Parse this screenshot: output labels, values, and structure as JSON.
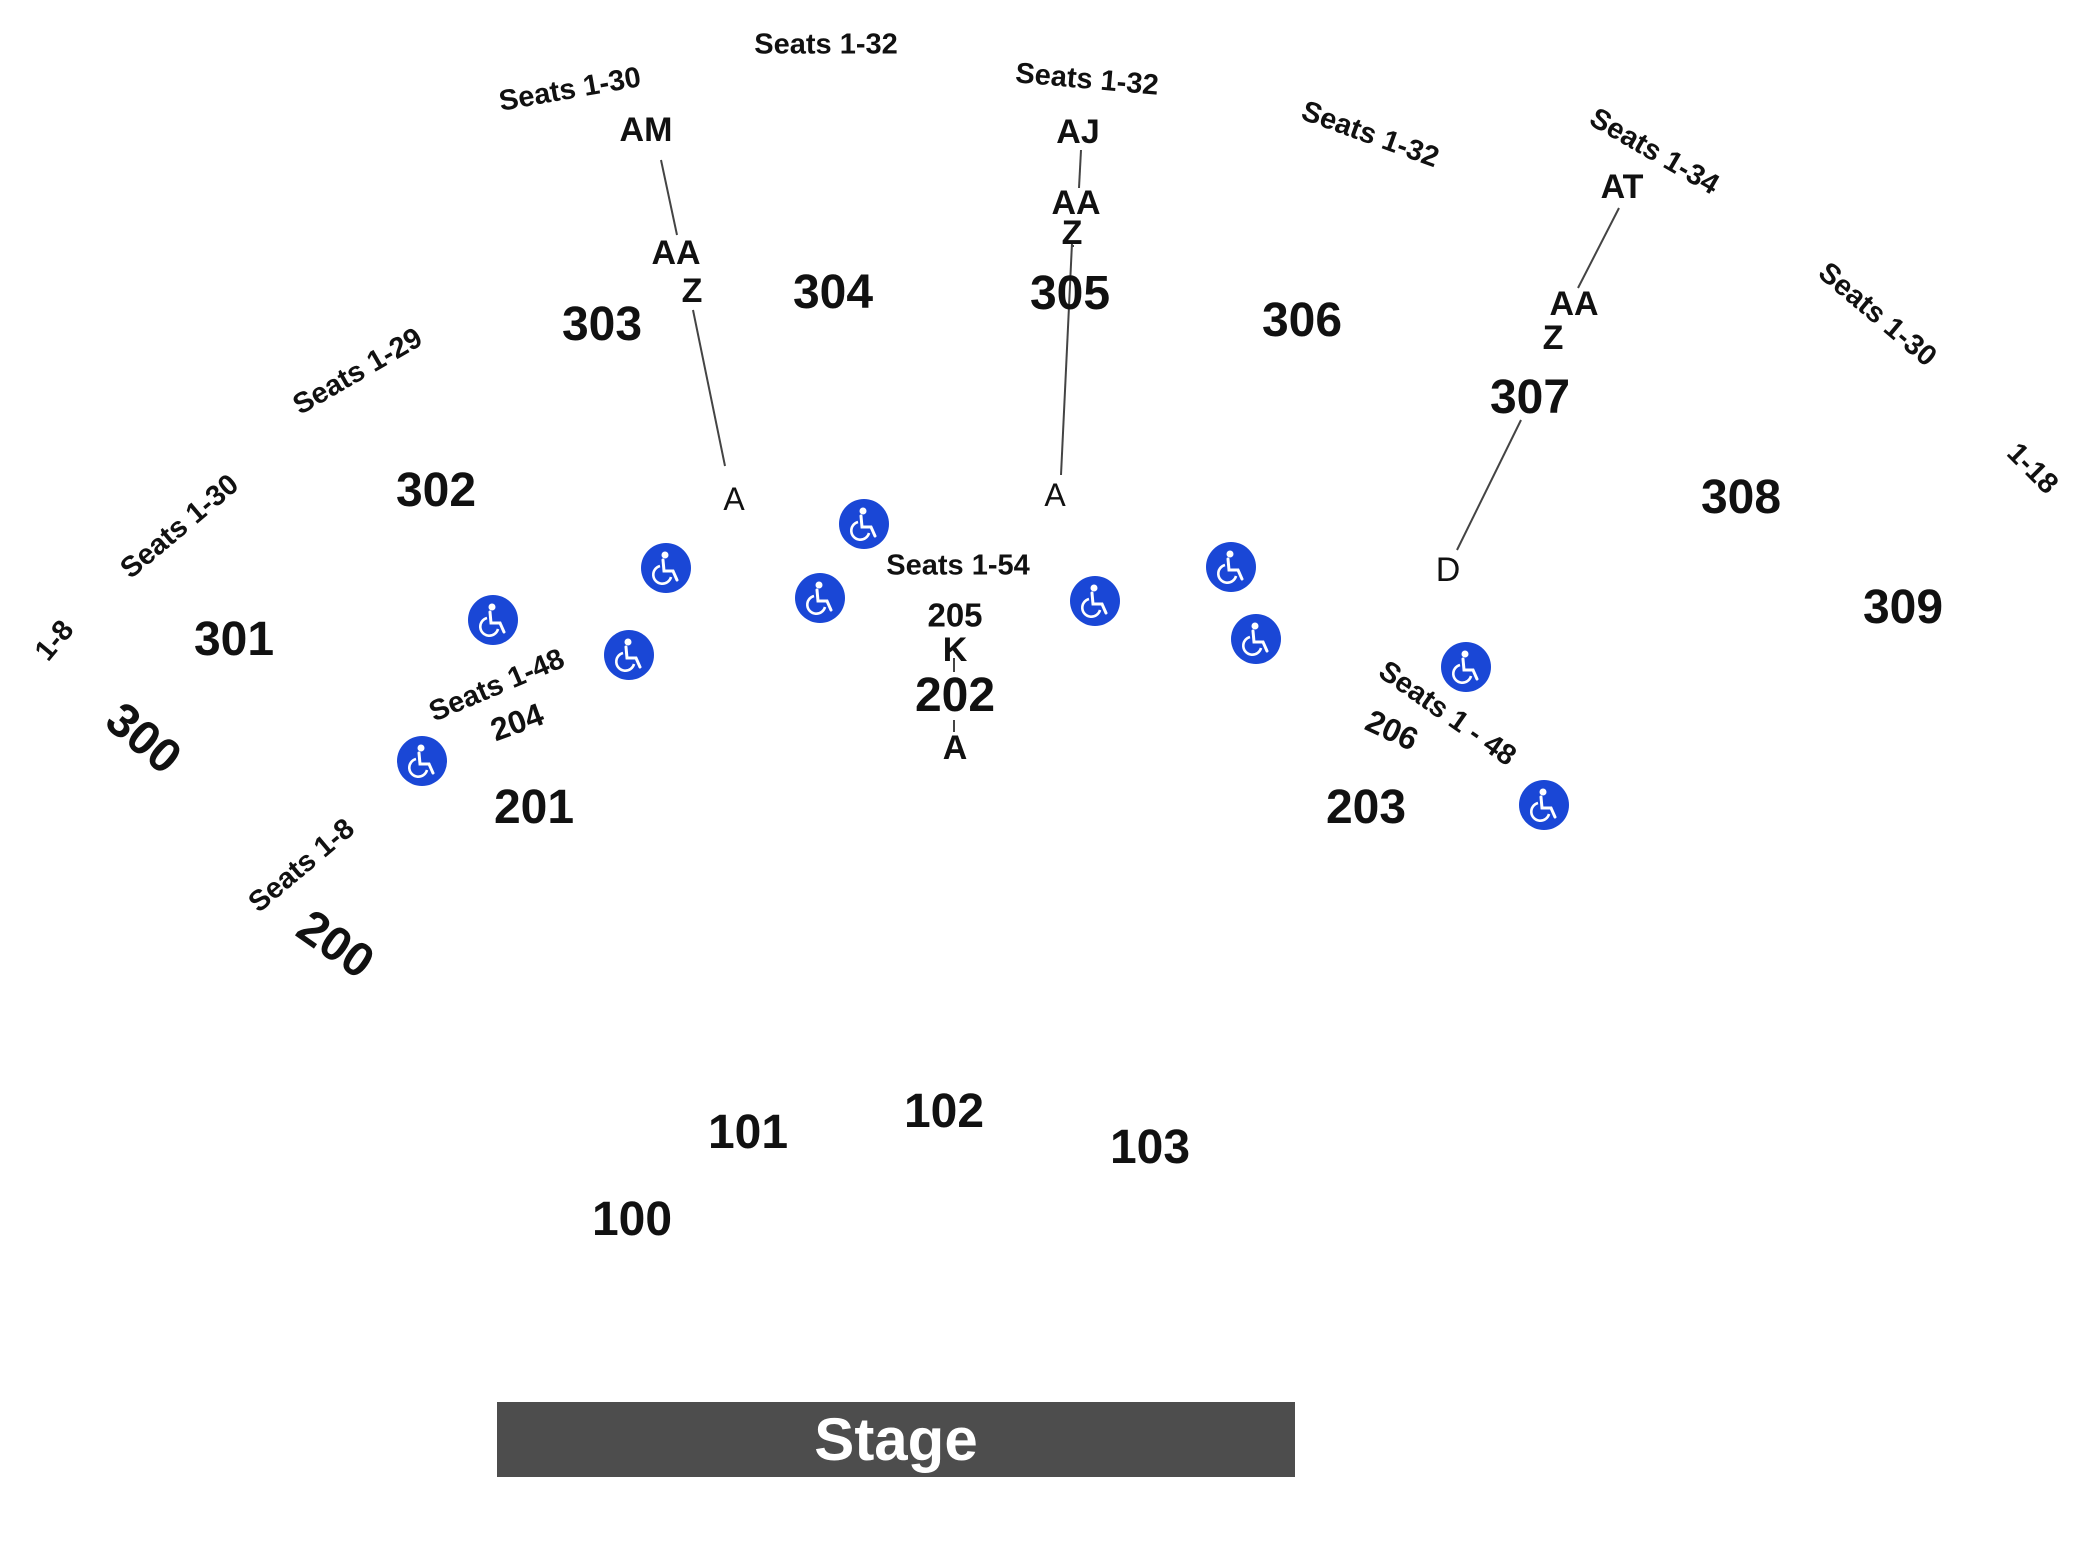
{
  "stage": "Stage",
  "sections": {
    "s100": "100",
    "s101": "101",
    "s102": "102",
    "s103": "103",
    "s200": "200",
    "s201": "201",
    "s202": "202",
    "s203": "203",
    "s204": "204",
    "s205": "205",
    "s206": "206",
    "s300": "300",
    "s301": "301",
    "s302": "302",
    "s303": "303",
    "s304": "304",
    "s305": "305",
    "s306": "306",
    "s307": "307",
    "s308": "308",
    "s309": "309"
  },
  "seat_ranges": {
    "r1_8_a": "1-8",
    "r301": "Seats 1-30",
    "r302": "Seats 1-29",
    "r303": "Seats 1-30",
    "r304": "Seats 1-32",
    "r305": "Seats 1-32",
    "r306": "Seats 1-32",
    "r307": "Seats 1-34",
    "r308": "Seats 1-30",
    "r1_18": "1-18",
    "r204": "Seats 1-48",
    "r205": "Seats 1-54",
    "r206": "Seats 1 - 48",
    "r200": "Seats 1-8"
  },
  "rows": {
    "s303_am": "AM",
    "s303_aa": "AA",
    "s303_z": "Z",
    "s303_a": "A",
    "s305_aj": "AJ",
    "s305_aa": "AA",
    "s305_z": "Z",
    "s305_a": "A",
    "s307_at": "AT",
    "s307_aa": "AA",
    "s307_z": "Z",
    "s307_d": "D",
    "s202_k": "K",
    "s202_a": "A"
  },
  "colors": {
    "accessible": "#1a47d6",
    "stage": "#4d4d4d",
    "text": "#111111"
  },
  "icons": {
    "accessible_seating": "wheelchair-icon"
  }
}
